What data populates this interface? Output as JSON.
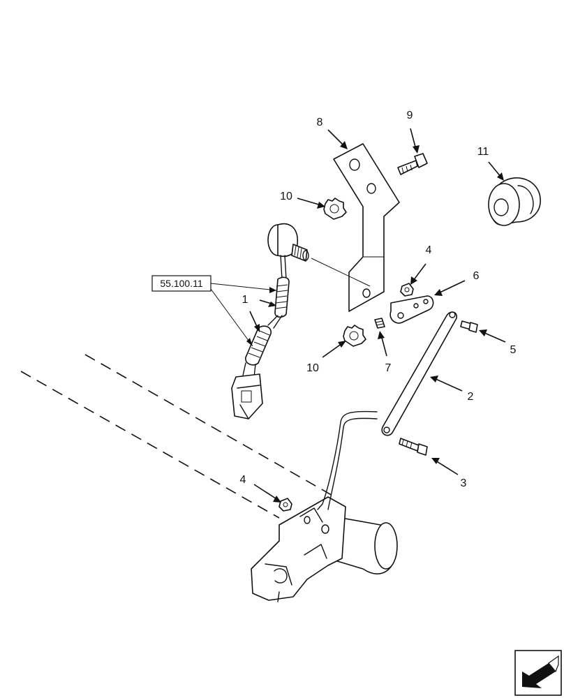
{
  "callouts": {
    "c1": "1",
    "c2": "2",
    "c3": "3",
    "c4a": "4",
    "c4b": "4",
    "c5": "5",
    "c6": "6",
    "c7": "7",
    "c8": "8",
    "c9": "9",
    "c10a": "10",
    "c10b": "10",
    "c11": "11"
  },
  "reference": {
    "label": "55.100.11"
  },
  "icons": {
    "corner": "page-turn-arrow-icon"
  }
}
